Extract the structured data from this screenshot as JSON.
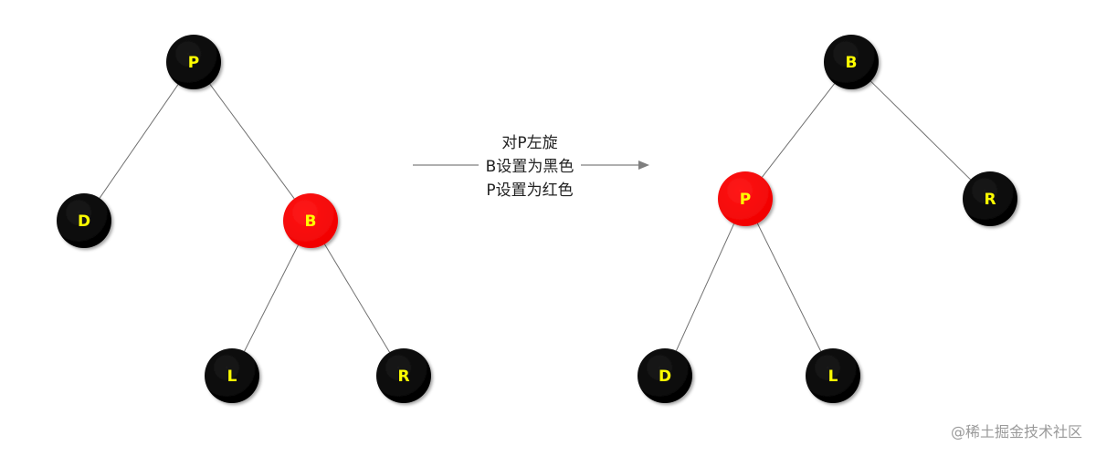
{
  "colors": {
    "black_node": "#000000",
    "red_node": "#ff0000",
    "label": "#ffff00",
    "edge": "#707070",
    "arrow": "#7f7f7f"
  },
  "before_tree": {
    "nodes": [
      {
        "id": "p",
        "label": "P",
        "color": "black"
      },
      {
        "id": "d",
        "label": "D",
        "color": "black"
      },
      {
        "id": "b",
        "label": "B",
        "color": "red"
      },
      {
        "id": "l",
        "label": "L",
        "color": "black"
      },
      {
        "id": "r",
        "label": "R",
        "color": "black"
      }
    ],
    "edges": [
      [
        "p",
        "d"
      ],
      [
        "p",
        "b"
      ],
      [
        "b",
        "l"
      ],
      [
        "b",
        "r"
      ]
    ]
  },
  "after_tree": {
    "nodes": [
      {
        "id": "b",
        "label": "B",
        "color": "black"
      },
      {
        "id": "p",
        "label": "P",
        "color": "red"
      },
      {
        "id": "r",
        "label": "R",
        "color": "black"
      },
      {
        "id": "d",
        "label": "D",
        "color": "black"
      },
      {
        "id": "l",
        "label": "L",
        "color": "black"
      }
    ],
    "edges": [
      [
        "b",
        "p"
      ],
      [
        "b",
        "r"
      ],
      [
        "p",
        "d"
      ],
      [
        "p",
        "l"
      ]
    ]
  },
  "transition": {
    "lines": [
      "对P左旋",
      "B设置为黑色",
      "P设置为红色"
    ]
  },
  "watermark": "@稀土掘金技术社区"
}
